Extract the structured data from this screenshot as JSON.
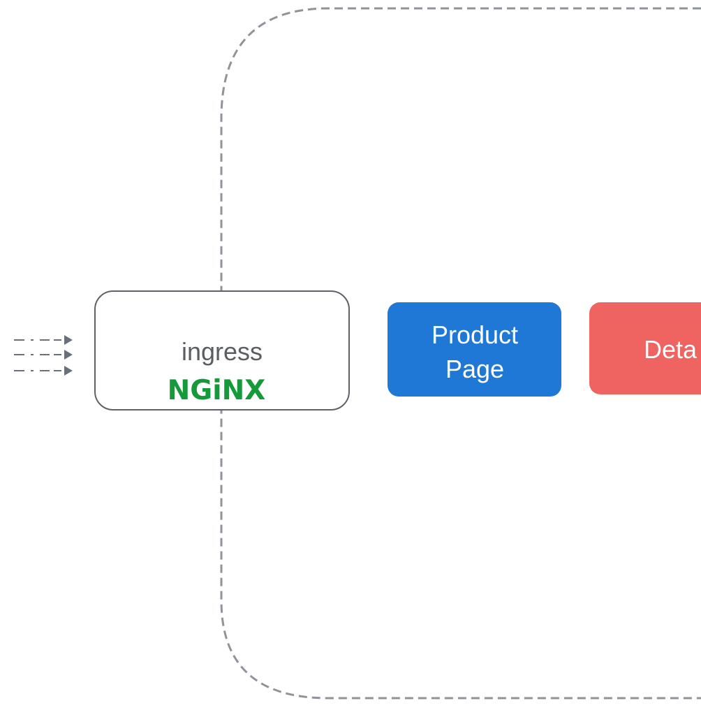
{
  "diagram": {
    "ingress": {
      "label": "ingress",
      "logo_text": "NGiNX"
    },
    "product_page": {
      "line1": "Product",
      "line2": "Page"
    },
    "details": {
      "label": "Deta"
    }
  },
  "colors": {
    "boundary": "#8f949b",
    "arrows": "#6a7079",
    "ingress_border": "#5e6168",
    "ingress_text": "#5a5d62",
    "nginx_green": "#159a3a",
    "product_page_fill": "#1f77d6",
    "details_fill": "#ef6460",
    "white_text": "#ffffff"
  }
}
